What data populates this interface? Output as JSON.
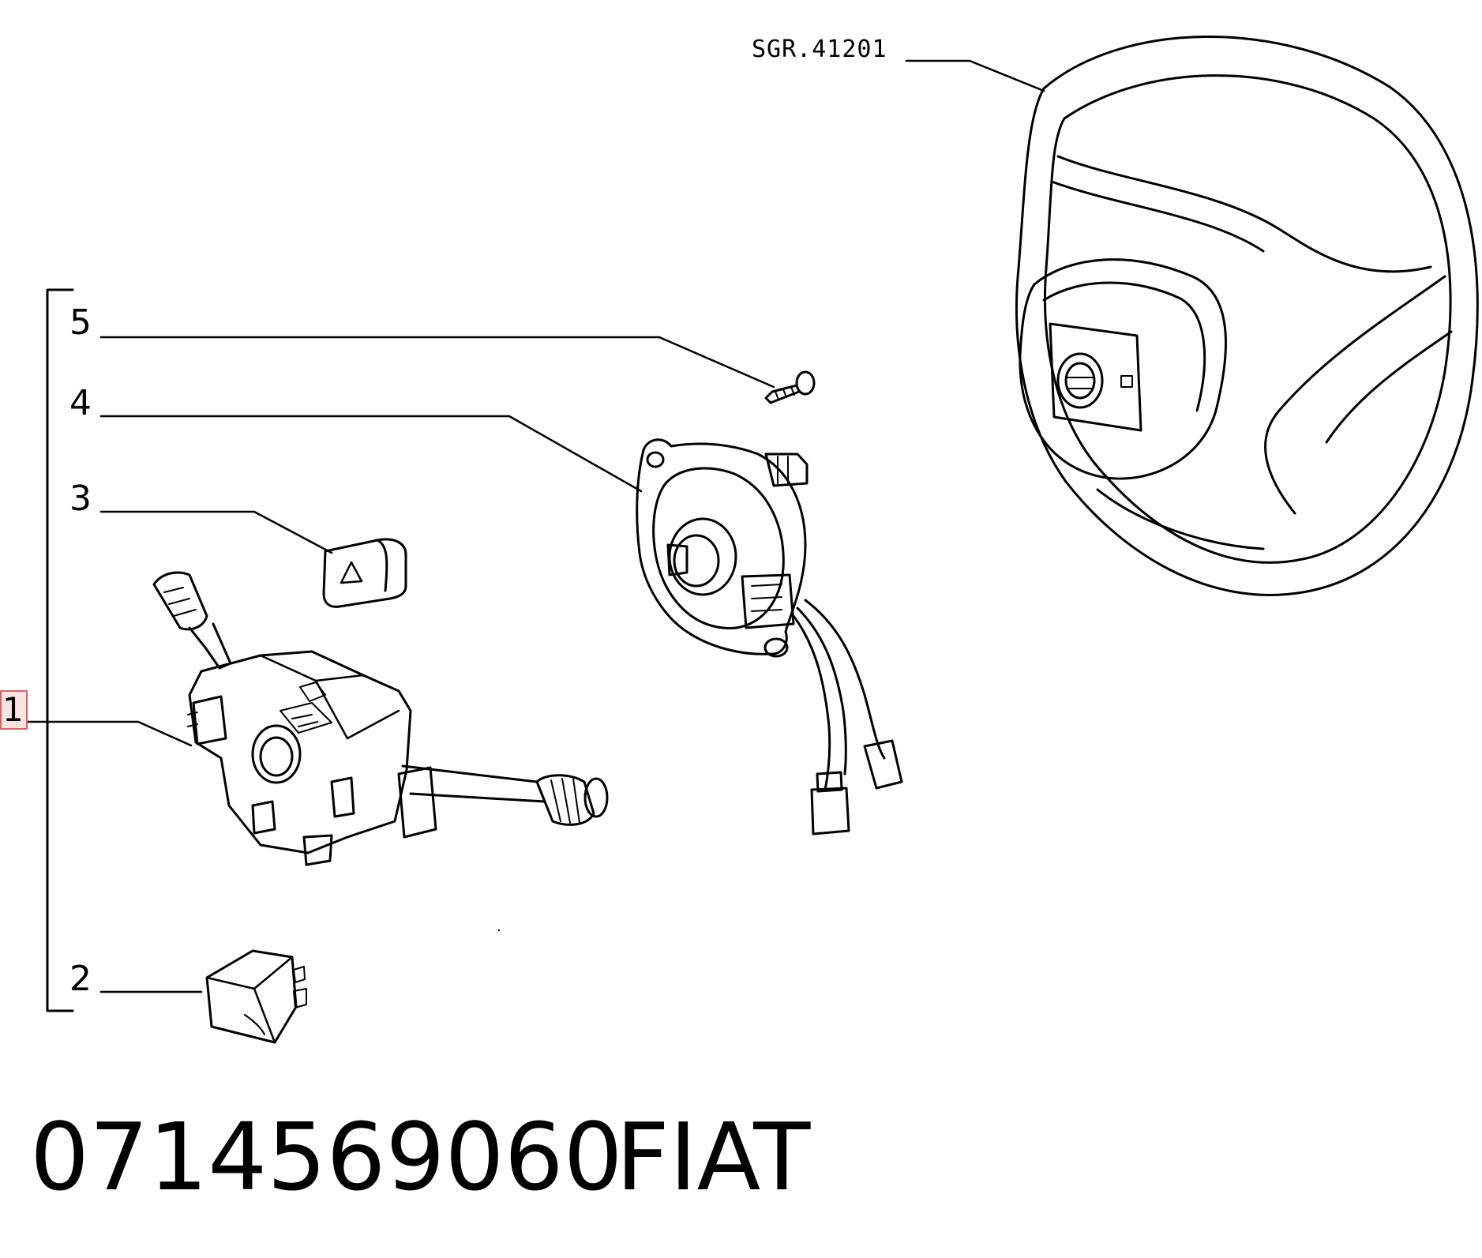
{
  "callouts": {
    "c1": "1",
    "c2": "2",
    "c3": "3",
    "c4": "4",
    "c5": "5"
  },
  "reference_assembly": "SGR.41201",
  "footer": {
    "part_number": "0714569060",
    "brand": "FIAT"
  },
  "colors": {
    "line": "#000000",
    "background": "#ffffff",
    "highlight_border": "#e06060",
    "highlight_fill": "#fde4e4"
  }
}
